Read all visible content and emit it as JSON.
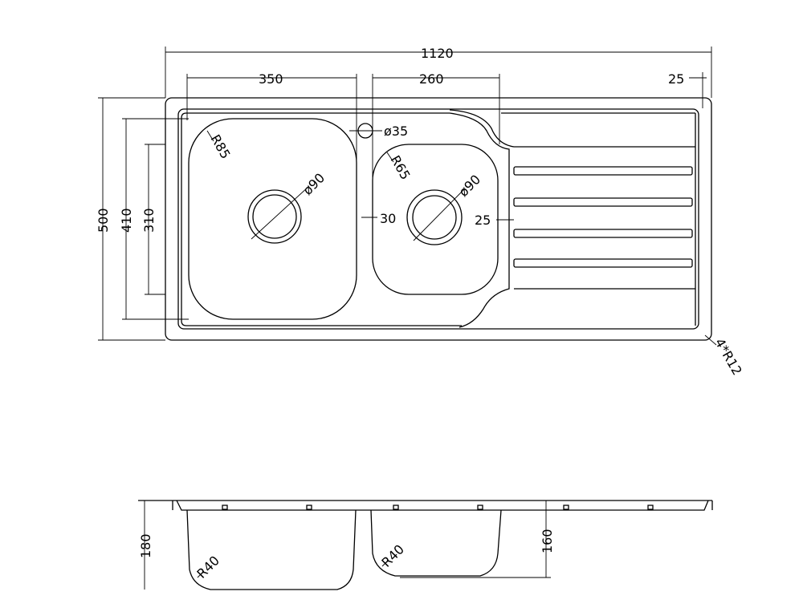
{
  "top_view": {
    "dims": {
      "overall_width": "1120",
      "left_bowl_width": "350",
      "right_bowl_width": "260",
      "edge_offset": "25",
      "overall_depth": "500",
      "left_bowl_depth": "410",
      "right_bowl_depth": "310",
      "tap_hole": "ø35",
      "left_drain": "ø90",
      "right_drain": "ø90",
      "left_radius": "R85",
      "right_radius": "R65",
      "divider": "30",
      "drainboard_gap": "25",
      "corner_radius": "4*R12"
    }
  },
  "side_view": {
    "dims": {
      "left_depth": "180",
      "right_depth": "160",
      "left_bottom_radius": "R40",
      "right_bottom_radius": "R40"
    }
  },
  "colors": {
    "line": "#000000",
    "background": "#ffffff"
  }
}
